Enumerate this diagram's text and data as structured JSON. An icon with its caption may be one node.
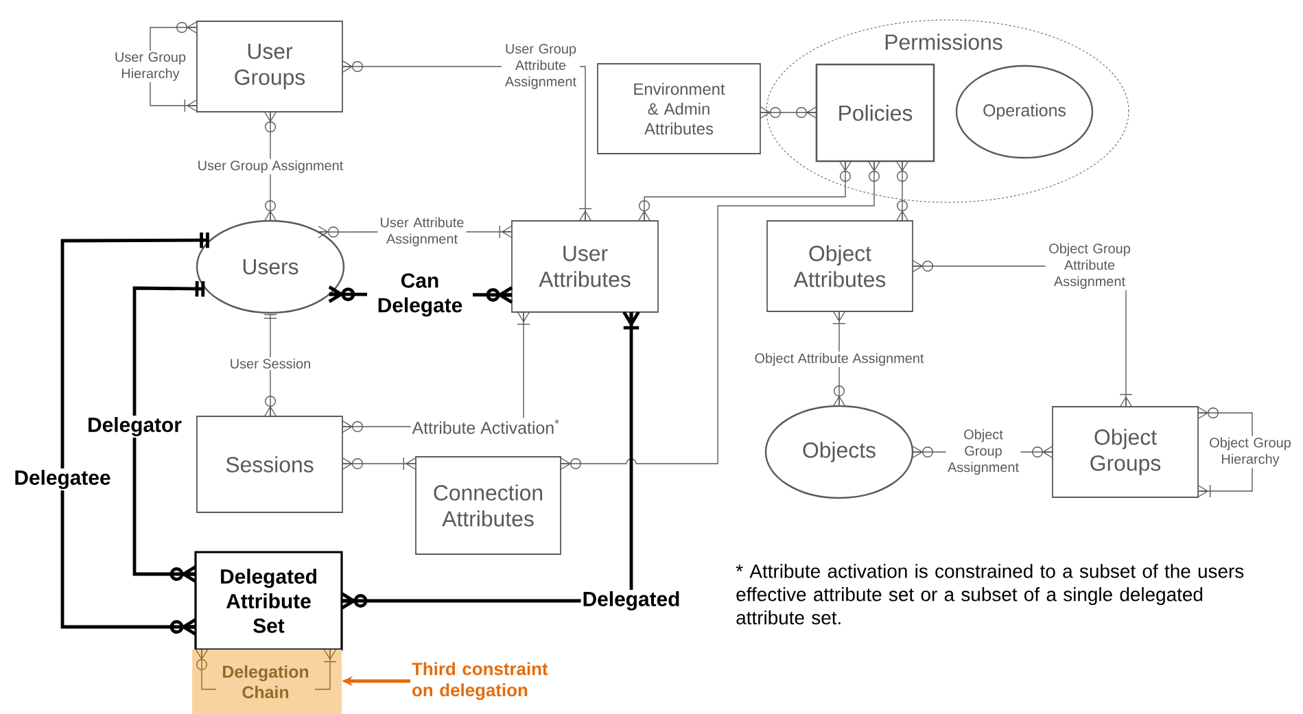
{
  "diagram": {
    "nodes": [
      {
        "text": [
          "User Groups"
        ]
      },
      {
        "text": [
          "Permissions"
        ]
      },
      {
        "text": [
          "Environment & Admin Attributes"
        ]
      },
      {
        "text": [
          "Policies"
        ],
        "in": 1
      },
      {
        "text": [
          "Operations"
        ],
        "in": 1
      },
      {
        "text": [
          "Users"
        ]
      },
      {
        "text": [
          "User Attributes"
        ]
      },
      {
        "text": [
          "Object Attributes"
        ]
      },
      {
        "text": [
          "Sessions"
        ]
      },
      {
        "text": [
          "Connection Attributes"
        ]
      },
      {
        "text": [
          "Objects"
        ]
      },
      {
        "text": [
          "Object Groups"
        ]
      },
      {
        "text": [
          "Delegated Attribute Set"
        ]
      },
      {
        "text": [],
        "shape": "box"
      },
      {
        "text": [
          "Delegation Chain"
        ],
        "in": 13
      },
      {
        "text": [
          "Third constraint on delegation"
        ]
      }
    ],
    "edges": [
      {
        "from": 0,
        "to": 0,
        "arrow": "other",
        "label": "User Group Hierarchy"
      },
      {
        "from": 0,
        "to": 5,
        "arrow": "other",
        "label": "User Group Assignment"
      },
      {
        "from": 0,
        "to": 6,
        "arrow": "other",
        "label": "User Group Attribute Assignment"
      },
      {
        "from": 2,
        "to": 3,
        "arrow": "other"
      },
      {
        "from": 5,
        "to": 6,
        "arrow": "other",
        "label": "User Attribute Assignment"
      },
      {
        "from": 5,
        "to": 6,
        "arrow": "other",
        "label": "Can Delegate",
        "style": "thick",
        "color": "#000000"
      },
      {
        "from": 5,
        "to": 8,
        "arrow": "other",
        "label": "User Session"
      },
      {
        "from": 8,
        "to": 6,
        "arrow": "other",
        "label": "Attribute Activation$^{*}$"
      },
      {
        "from": 8,
        "to": 9,
        "arrow": "other"
      },
      {
        "from": 9,
        "to": 3,
        "arrow": "other"
      },
      {
        "from": 3,
        "to": 6,
        "arrow": "other"
      },
      {
        "from": 3,
        "to": 7,
        "arrow": "other"
      },
      {
        "from": 7,
        "to": 10,
        "arrow": "other",
        "label": "Object Attribute Assignment"
      },
      {
        "from": 7,
        "to": 11,
        "arrow": "other",
        "label": "Object Group Attribute Assignment"
      },
      {
        "from": 10,
        "to": 11,
        "arrow": "other",
        "label": "Object Group Assignment"
      },
      {
        "from": 11,
        "to": 11,
        "arrow": "other",
        "label": "Object Group Hierarchy"
      },
      {
        "from": 5,
        "to": 12,
        "arrow": "other",
        "label": "Delegatee",
        "style": "thick",
        "color": "#000000"
      },
      {
        "from": 5,
        "to": 12,
        "arrow": "other",
        "label": "Delegator",
        "style": "thick",
        "color": "#000000"
      },
      {
        "from": 12,
        "to": 6,
        "arrow": "other",
        "label": "Delegated",
        "style": "thick",
        "color": "#000000"
      },
      {
        "from": 12,
        "to": 14,
        "arrow": "other",
        "color": "#8c6d2c"
      },
      {
        "from": 14,
        "to": 12,
        "arrow": "other",
        "color": "#8c6d2c"
      },
      {
        "from": 15,
        "to": 13,
        "arrow": "to",
        "style": "thick",
        "color": "#e46c0a"
      }
    ],
    "labels": [
      "* Attribute activation is constrained to a subset of the users effective attribute set or a subset of a single delegated attribute set."
    ]
  }
}
